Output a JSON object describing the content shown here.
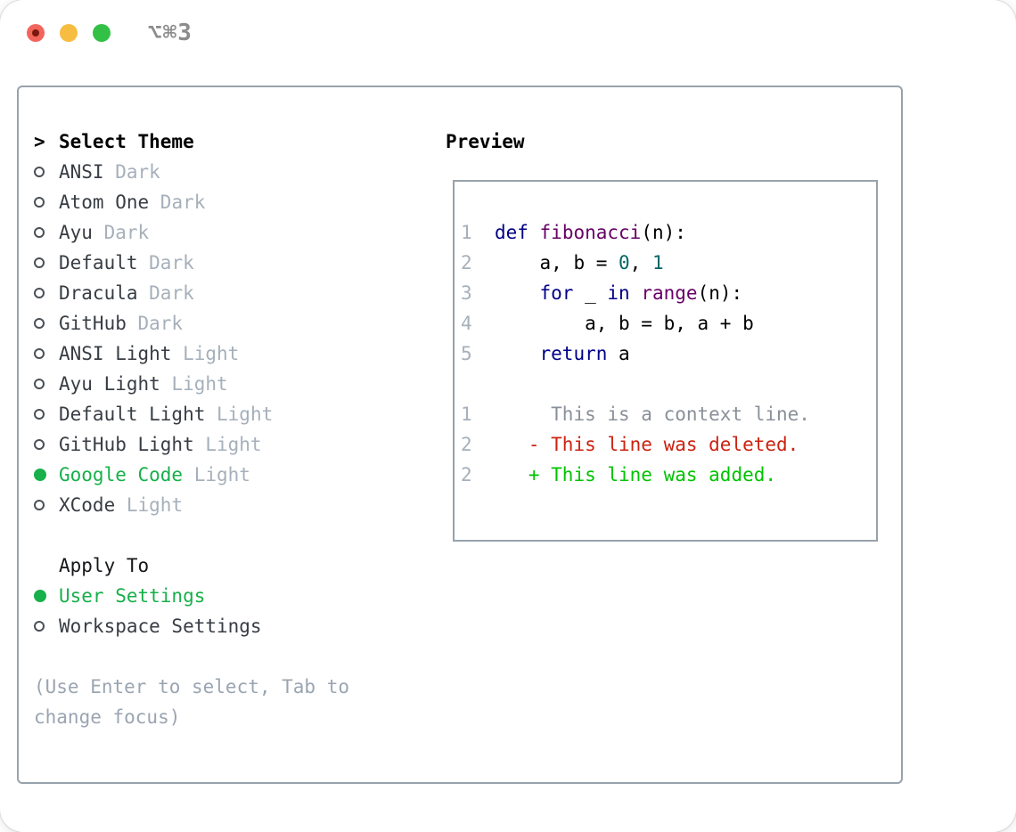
{
  "window": {
    "title_shortcut": "⌥⌘3",
    "traffic_lights": [
      {
        "name": "close",
        "color": "#f2655c",
        "inner_dot_color": "#7a170d"
      },
      {
        "name": "minimize",
        "color": "#f7bd40"
      },
      {
        "name": "zoom",
        "color": "#32c146"
      }
    ]
  },
  "theme_panel": {
    "prompt": ">",
    "header": "Select Theme",
    "themes": [
      {
        "name": "ANSI",
        "variant": "Dark",
        "selected": false
      },
      {
        "name": "Atom One",
        "variant": "Dark",
        "selected": false
      },
      {
        "name": "Ayu",
        "variant": "Dark",
        "selected": false
      },
      {
        "name": "Default",
        "variant": "Dark",
        "selected": false
      },
      {
        "name": "Dracula",
        "variant": "Dark",
        "selected": false
      },
      {
        "name": "GitHub",
        "variant": "Dark",
        "selected": false
      },
      {
        "name": "ANSI Light",
        "variant": "Light",
        "selected": false
      },
      {
        "name": "Ayu Light",
        "variant": "Light",
        "selected": false
      },
      {
        "name": "Default Light",
        "variant": "Light",
        "selected": false
      },
      {
        "name": "GitHub Light",
        "variant": "Light",
        "selected": false
      },
      {
        "name": "Google Code",
        "variant": "Light",
        "selected": true
      },
      {
        "name": "XCode",
        "variant": "Light",
        "selected": false
      }
    ],
    "apply_to": {
      "header": "Apply To",
      "options": [
        {
          "label": "User Settings",
          "selected": true
        },
        {
          "label": "Workspace Settings",
          "selected": false
        }
      ]
    },
    "hint_line1": "(Use Enter to select, Tab to",
    "hint_line2": "change focus)"
  },
  "preview": {
    "header": "Preview",
    "lines": [
      {
        "tokens": [
          {
            "c": "num",
            "t": "1  "
          },
          {
            "c": "kw",
            "t": "def"
          },
          {
            "c": "pln",
            "t": " "
          },
          {
            "c": "typ",
            "t": "fibonacci"
          },
          {
            "c": "pln",
            "t": "(n):"
          }
        ]
      },
      {
        "tokens": [
          {
            "c": "num",
            "t": "2  "
          },
          {
            "c": "pln",
            "t": "    a, b = "
          },
          {
            "c": "lit",
            "t": "0"
          },
          {
            "c": "pln",
            "t": ", "
          },
          {
            "c": "lit",
            "t": "1"
          }
        ]
      },
      {
        "tokens": [
          {
            "c": "num",
            "t": "3  "
          },
          {
            "c": "pln",
            "t": "    "
          },
          {
            "c": "kw",
            "t": "for"
          },
          {
            "c": "pln",
            "t": " _ "
          },
          {
            "c": "kw",
            "t": "in"
          },
          {
            "c": "pln",
            "t": " "
          },
          {
            "c": "typ",
            "t": "range"
          },
          {
            "c": "pln",
            "t": "(n):"
          }
        ]
      },
      {
        "tokens": [
          {
            "c": "num",
            "t": "4  "
          },
          {
            "c": "pln",
            "t": "        a, b = b, a + b"
          }
        ]
      },
      {
        "tokens": [
          {
            "c": "num",
            "t": "5  "
          },
          {
            "c": "kw",
            "t": "    return"
          },
          {
            "c": "pln",
            "t": " a"
          }
        ]
      },
      {
        "tokens": []
      },
      {
        "tokens": [
          {
            "c": "num",
            "t": "1  "
          },
          {
            "c": "ctx",
            "t": "     This is a context line."
          }
        ]
      },
      {
        "tokens": [
          {
            "c": "num",
            "t": "2  "
          },
          {
            "c": "del",
            "t": "   - This line was deleted."
          }
        ]
      },
      {
        "tokens": [
          {
            "c": "num",
            "t": "2  "
          },
          {
            "c": "add",
            "t": "   + This line was added."
          }
        ]
      }
    ]
  },
  "colors": {
    "panel_border": "#98a2ac",
    "selected_green": "#17b04a",
    "item_text": "#383d44",
    "variant_text": "#a6b0bb",
    "hint_text": "#9aa5b1",
    "line_number": "#a6b0bb",
    "syntax_keyword": "#000088",
    "syntax_type": "#660066",
    "syntax_literal": "#006666",
    "diff_context": "#8a9099",
    "diff_deleted": "#cc2211",
    "diff_added": "#00c300"
  }
}
